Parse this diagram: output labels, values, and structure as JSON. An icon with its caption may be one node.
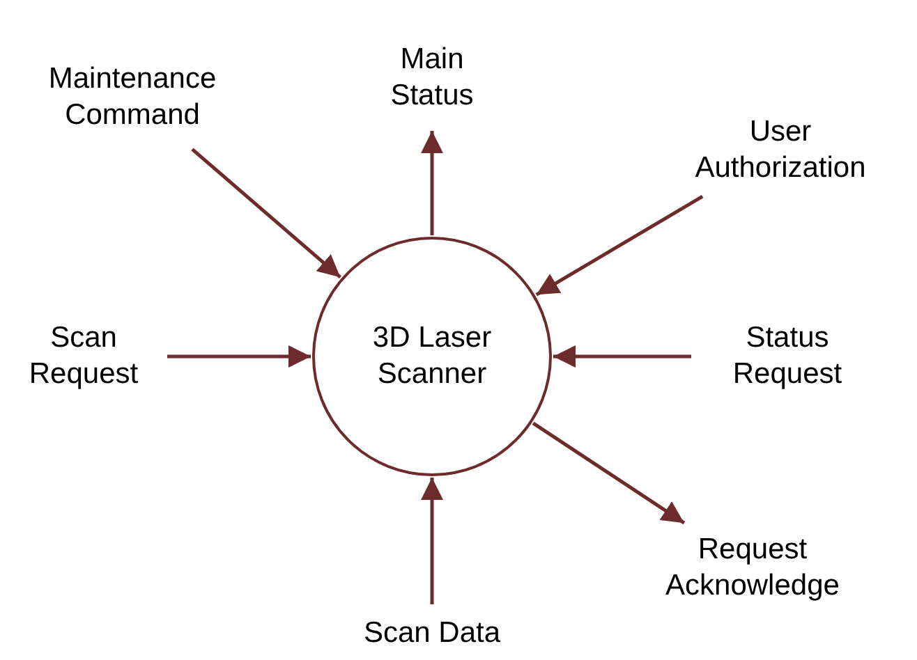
{
  "diagram": {
    "nodes": [
      {
        "text": [
          "3D Laser Scanner"
        ]
      },
      {
        "text": [
          "Maintenance Command"
        ]
      },
      {
        "text": [
          "Main Status"
        ]
      },
      {
        "text": [
          "User Authorization"
        ]
      },
      {
        "text": [
          "Scan Request"
        ]
      },
      {
        "text": [
          "Status Request"
        ]
      },
      {
        "text": [
          "Request Acknowledge"
        ]
      },
      {
        "text": [
          "Scan Data"
        ]
      }
    ],
    "edges": [
      {
        "from": 1,
        "to": 0,
        "arrow": "to"
      },
      {
        "from": 0,
        "to": 2,
        "arrow": "to"
      },
      {
        "from": 3,
        "to": 0,
        "arrow": "to"
      },
      {
        "from": 4,
        "to": 0,
        "arrow": "to"
      },
      {
        "from": 5,
        "to": 0,
        "arrow": "to"
      },
      {
        "from": 0,
        "to": 6,
        "arrow": "to"
      },
      {
        "from": 7,
        "to": 0,
        "arrow": "to"
      }
    ]
  }
}
